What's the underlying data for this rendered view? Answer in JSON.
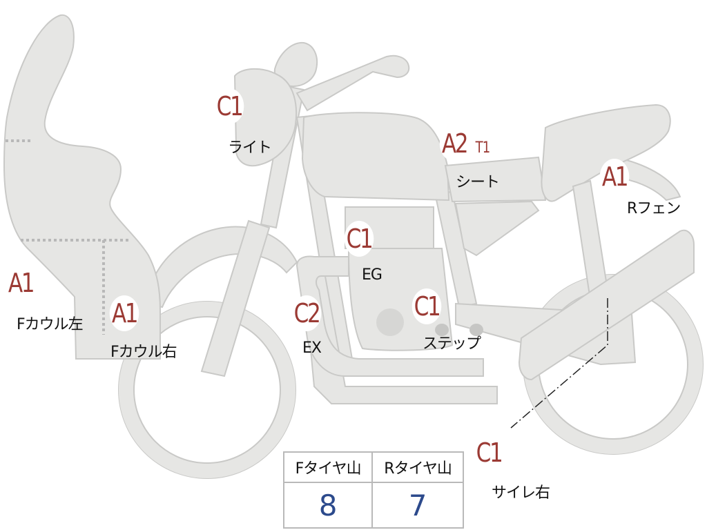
{
  "parts": {
    "light": {
      "grade": "C1",
      "label": "ライト"
    },
    "seat": {
      "grade": "A2",
      "sub_grade": "T1",
      "label": "シート"
    },
    "rear_fender": {
      "grade": "A1",
      "label": "Rフェン"
    },
    "engine": {
      "grade": "C1",
      "label": "EG"
    },
    "step": {
      "grade": "C1",
      "label": "ステップ"
    },
    "exhaust": {
      "grade": "C2",
      "label": "EX"
    },
    "front_cowl_left": {
      "grade": "A1",
      "label": "Fカウル左"
    },
    "front_cowl_right": {
      "grade": "A1",
      "label": "Fカウル右"
    },
    "silencer_right": {
      "grade": "C1",
      "label": "サイレ右"
    }
  },
  "tire_table": {
    "headers": [
      "Fタイヤ山",
      "Rタイヤ山"
    ],
    "values": [
      "8",
      "7"
    ]
  },
  "colors": {
    "grade_text": "#9b3a34",
    "table_value": "#2c4a8c",
    "bike_fill": "#e6e6e4"
  }
}
